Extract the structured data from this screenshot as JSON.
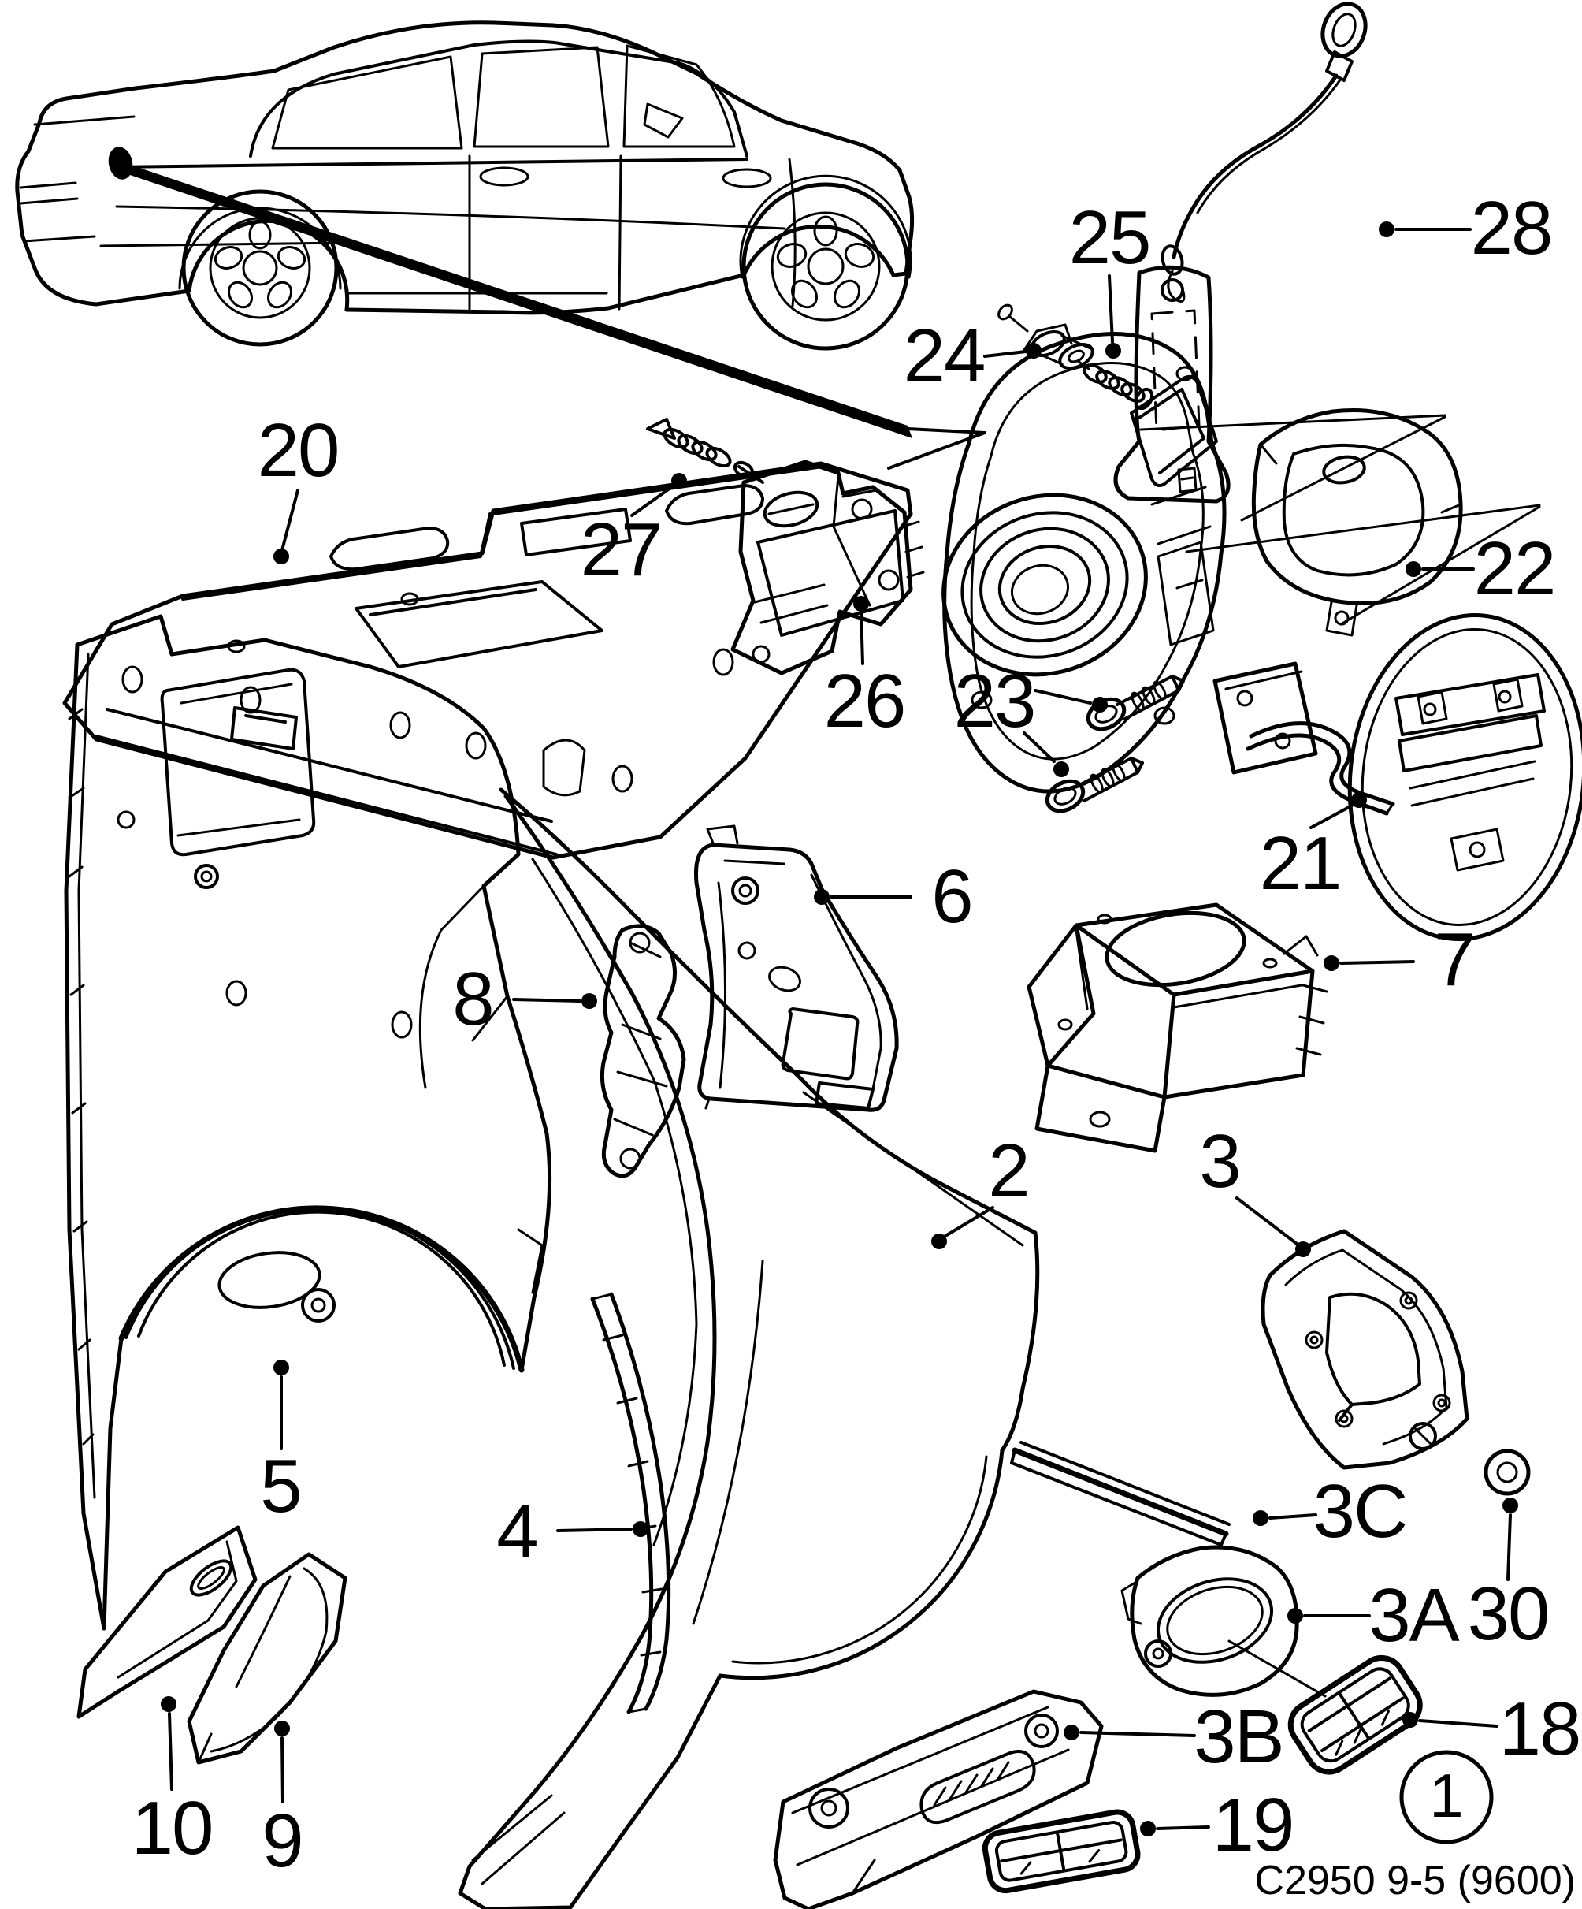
{
  "diagram": {
    "caption": "C2950 9-5 (9600)",
    "sheet_badge": "1",
    "colors": {
      "ink": "#000000",
      "paper": "#ffffff"
    },
    "callouts": {
      "c1": "1",
      "c2": "2",
      "c3": "3",
      "c3a": "3A",
      "c3b": "3B",
      "c3c": "3C",
      "c4": "4",
      "c5": "5",
      "c6": "6",
      "c7": "7",
      "c8": "8",
      "c9": "9",
      "c10": "10",
      "c18": "18",
      "c19": "19",
      "c20": "20",
      "c21": "21",
      "c22": "22",
      "c23": "23",
      "c24": "24",
      "c25": "25",
      "c26": "26",
      "c27": "27",
      "c28": "28",
      "c30": "30"
    }
  }
}
